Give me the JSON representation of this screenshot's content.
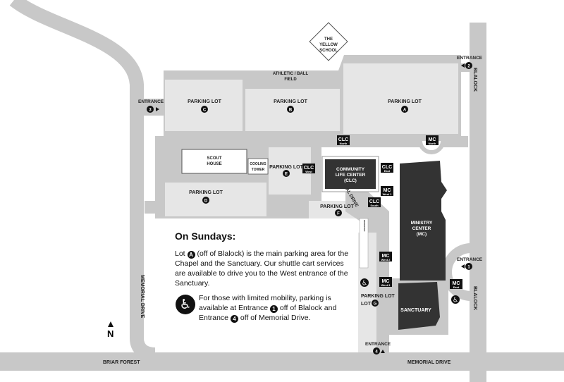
{
  "places": {
    "yellow_school": [
      "THE",
      "YELLOW",
      "SCHOOL"
    ],
    "athletic_field": [
      "ATHLETIC / BALL",
      "FIELD"
    ],
    "scout_house": [
      "SCOUT",
      "HOUSE"
    ],
    "cooling_tower": [
      "COOLING",
      "TOWER"
    ],
    "clc": [
      "COMMUNITY",
      "LIFE CENTER",
      "(CLC)"
    ],
    "mc": [
      "MINISTRY",
      "CENTER",
      "(MC)"
    ],
    "sanctuary": "SANCTUARY",
    "internal_drive": "AL DRIVE",
    "vertical_note": "RESERVED"
  },
  "parking": {
    "lot_label": "PARKING LOT",
    "a": "A",
    "b": "B",
    "c": "C",
    "d": "D",
    "e": "E",
    "f": "F",
    "g": "G",
    "g_prefix": "LOT",
    "f_label": "PARKING LOT"
  },
  "entrances": {
    "label": "ENTRANCE",
    "n1": "1",
    "n2": "2",
    "n3": "3",
    "n4": "4"
  },
  "doors": {
    "clc": "CLC",
    "mc": "MC",
    "north": "North",
    "west": "West",
    "east": "East",
    "south": "South",
    "west1": "West 1",
    "west2": "West 2",
    "west3": "West 3"
  },
  "roads": {
    "blalock_top": "BLALOCK",
    "blalock_bottom": "BLALOCK",
    "memorial_drive_vertical": "MEMORIAL DRIVE",
    "briar_forest": "BRIAR FOREST",
    "memorial_drive_bottom": "MEMORIAL DRIVE"
  },
  "info": {
    "heading": "On Sundays:",
    "text_pre": "Lot",
    "lot_marker": "A",
    "text_post": "(off of Blalock) is the main parking area for the Chapel and the Sanctuary. Our shuttle cart services are available to drive you to the West entrance of the Sanctuary.",
    "access_pre": "For those with limited mobility, parking is available at Entrance",
    "access_e1": "1",
    "access_mid": "off of Blalock and Entrance",
    "access_e4": "4",
    "access_post": "off of Memorial Drive."
  },
  "compass": "N",
  "colors": {
    "road": "#c8c8c8",
    "lot": "#e6e6e6",
    "building": "#333333",
    "marker": "#111111"
  }
}
